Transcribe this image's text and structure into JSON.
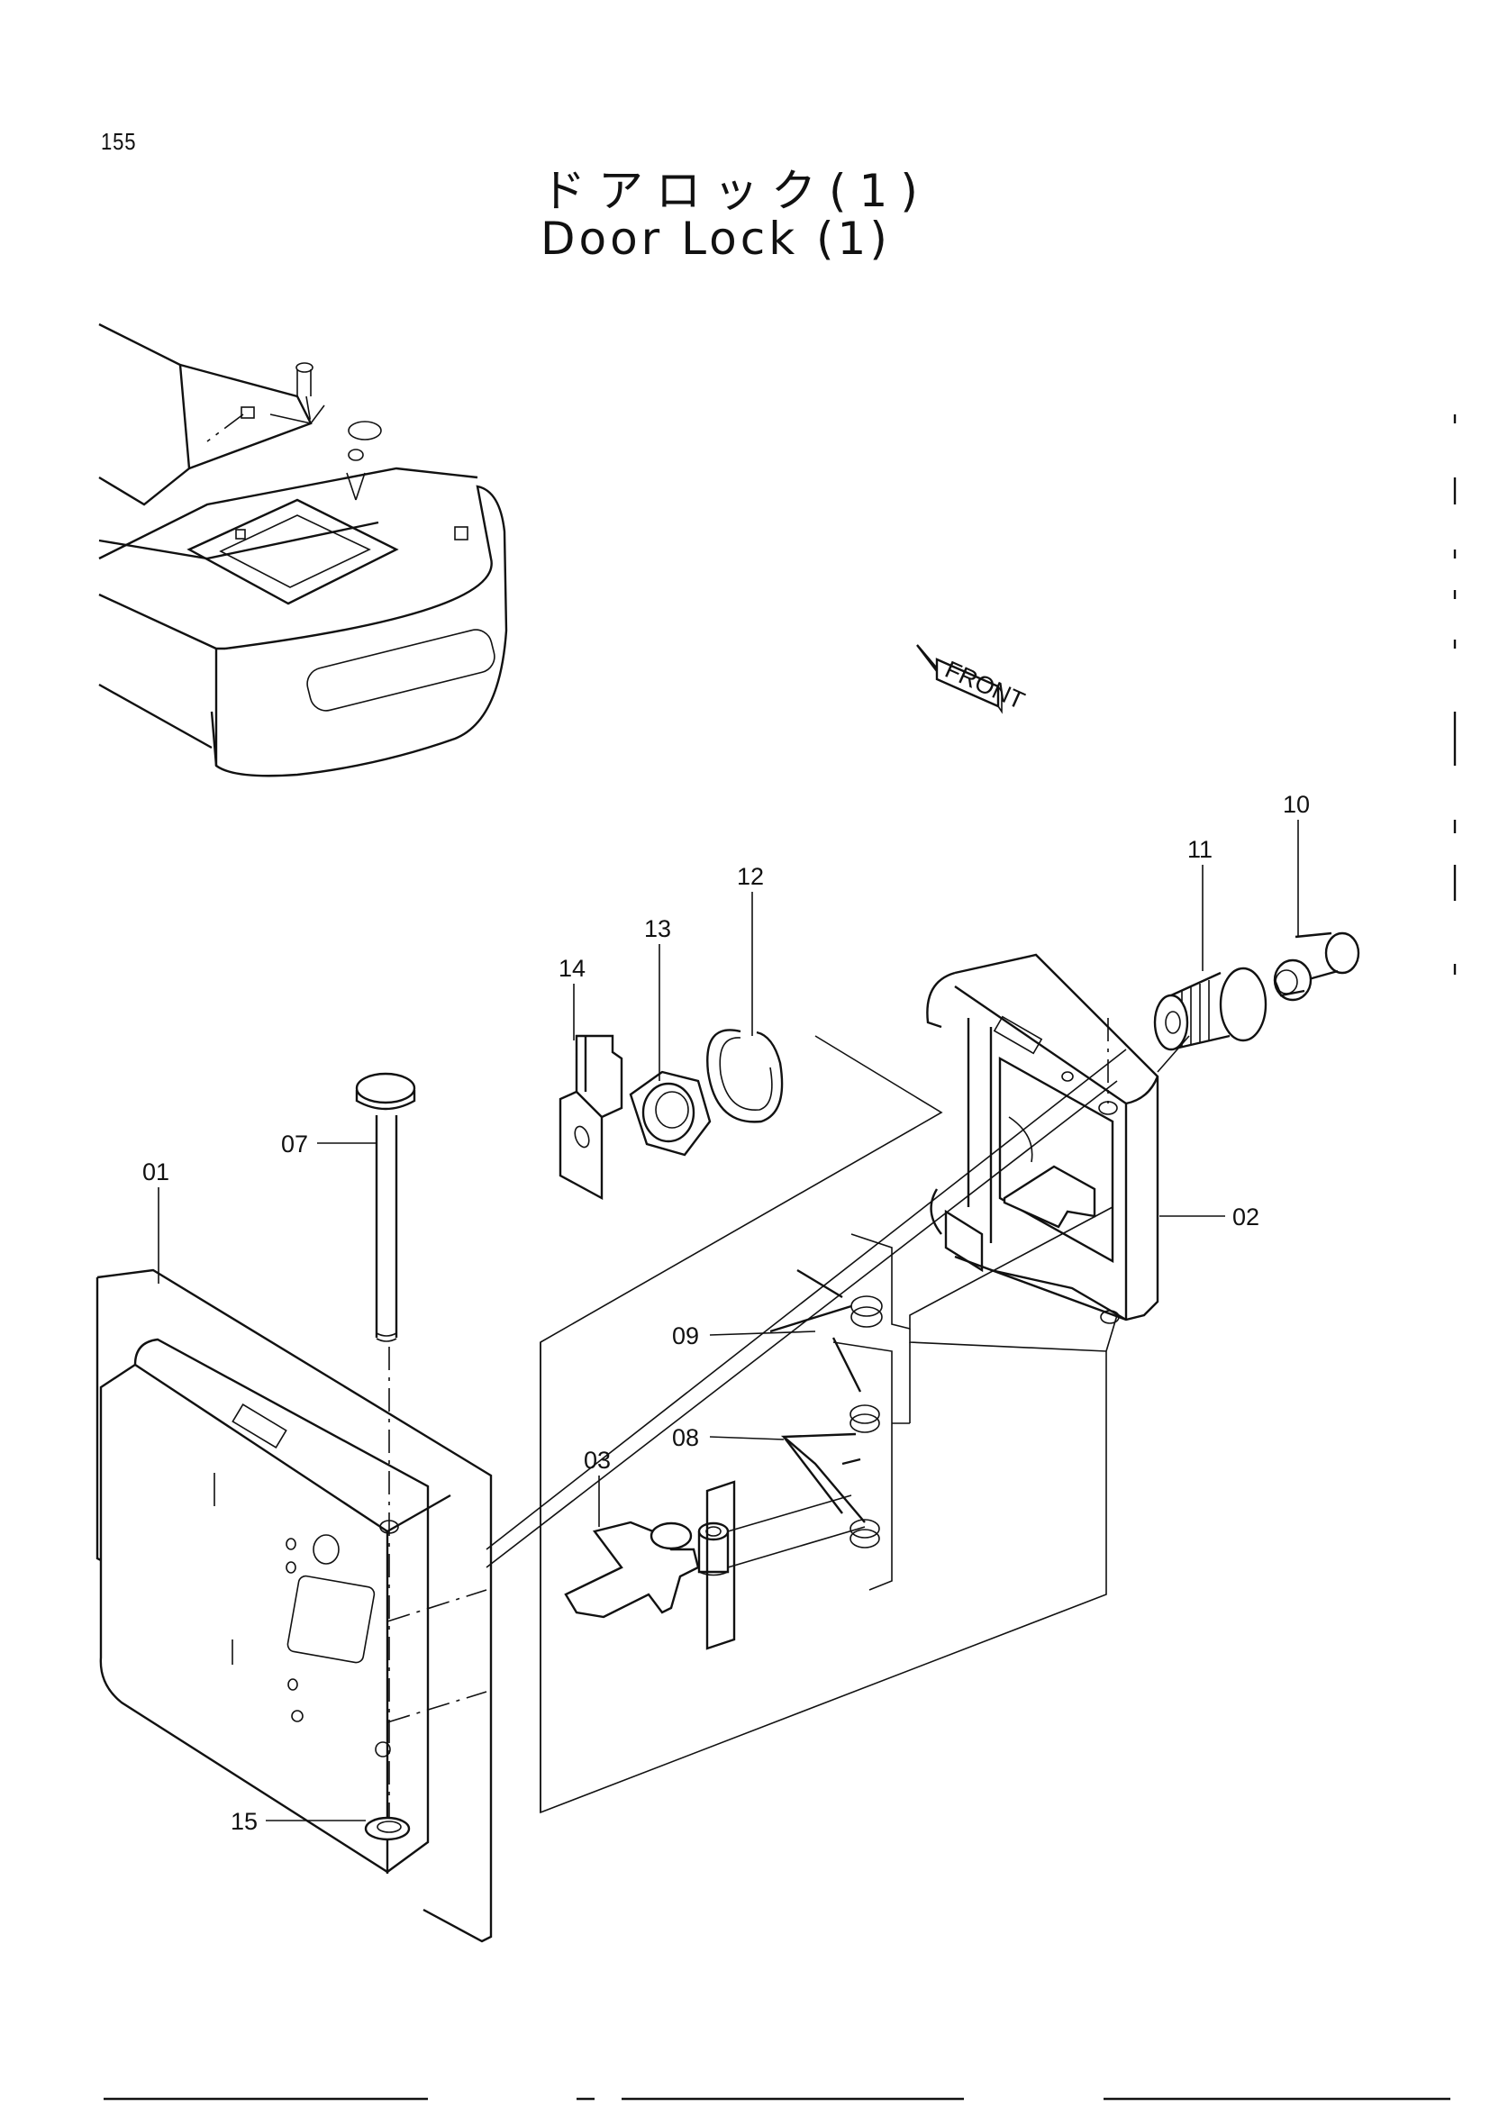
{
  "page": {
    "number": "155"
  },
  "title": {
    "japanese": "ドアロック(1)",
    "english": "Door Lock (1)"
  },
  "front_arrow": {
    "label": "FRONT"
  },
  "callouts": [
    {
      "id": "p01",
      "label": "01"
    },
    {
      "id": "p02",
      "label": "02"
    },
    {
      "id": "p03",
      "label": "03"
    },
    {
      "id": "p07",
      "label": "07"
    },
    {
      "id": "p08",
      "label": "08"
    },
    {
      "id": "p09",
      "label": "09"
    },
    {
      "id": "p10",
      "label": "10"
    },
    {
      "id": "p11",
      "label": "11"
    },
    {
      "id": "p12",
      "label": "12"
    },
    {
      "id": "p13",
      "label": "13"
    },
    {
      "id": "p14",
      "label": "14"
    },
    {
      "id": "p15",
      "label": "15"
    }
  ]
}
